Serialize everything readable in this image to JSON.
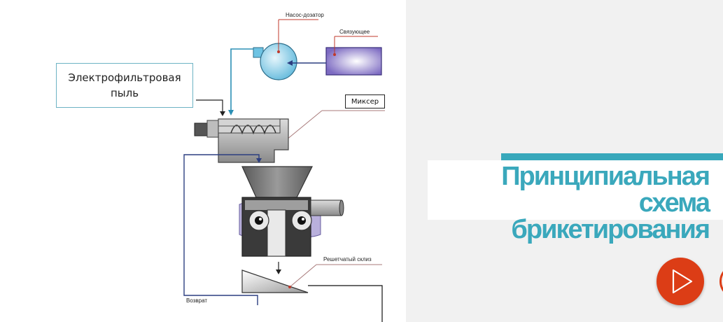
{
  "diagram": {
    "pump_label": "Насос-дозатор",
    "binder_label": "Связующее",
    "dust_label_line1": "Электрофильтровая",
    "dust_label_line2": "пыль",
    "mixer_label": "Миксер",
    "chute_label": "Решетчатый склиз",
    "return_label": "Возврат"
  },
  "title": {
    "line1": "Принципиальная схема",
    "line2": "брикетирования"
  },
  "colors": {
    "accent": "#3aa8bc",
    "play": "#dc3d16"
  },
  "icons": {
    "play": "play-icon"
  }
}
